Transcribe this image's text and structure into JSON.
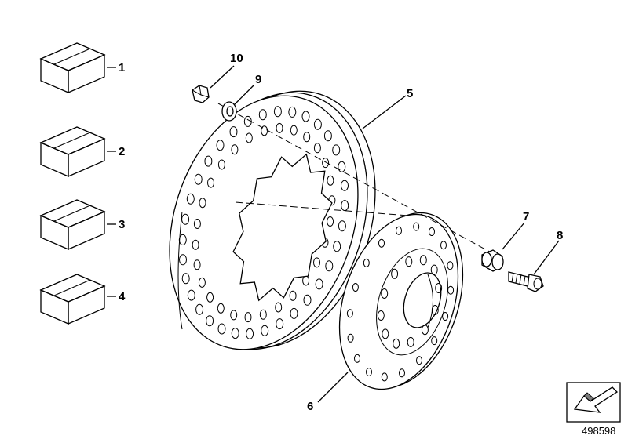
{
  "callouts": {
    "c1": "1",
    "c2": "2",
    "c3": "3",
    "c4": "4",
    "c5": "5",
    "c6": "6",
    "c7": "7",
    "c8": "8",
    "c9": "9",
    "c10": "10"
  },
  "reference_number": "498598",
  "colors": {
    "line": "#000000",
    "box_top": "#bfbfbf",
    "box_front": "#a9a9a9",
    "box_side": "#7b7b7b",
    "background": "#ffffff"
  },
  "icons": {
    "boxes": "parts-box-icon",
    "navigation": "arrow-icon"
  }
}
